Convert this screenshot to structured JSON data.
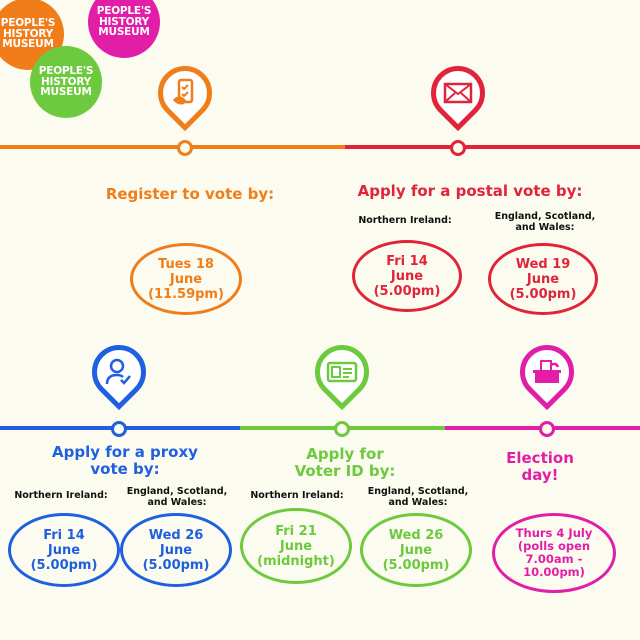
{
  "logos": [
    {
      "text": "PEOPLE'S\nHISTORY\nMUSEUM",
      "color": "#f07d1a"
    },
    {
      "text": "PEOPLE'S\nHISTORY\nMUSEUM",
      "color": "#e21ea8"
    },
    {
      "text": "PEOPLE'S\nHISTORY\nMUSEUM",
      "color": "#6dc93d"
    }
  ],
  "colors": {
    "orange": "#f07d1a",
    "red": "#e0243a",
    "blue": "#1f5fe0",
    "green": "#6dc93d",
    "pink": "#e21ea8"
  },
  "register": {
    "icon": "phone-checklist-icon",
    "heading": "Register to vote by:",
    "date": "Tues 18\nJune\n(11.59pm)"
  },
  "postal": {
    "icon": "envelope-icon",
    "heading": "Apply for a postal vote by:",
    "ni_label": "Northern Ireland:",
    "ni_date": "Fri 14\nJune\n(5.00pm)",
    "gb_label": "England, Scotland,\nand Wales:",
    "gb_date": "Wed 19\nJune\n(5.00pm)"
  },
  "proxy": {
    "icon": "person-check-icon",
    "heading": "Apply for a proxy\nvote by:",
    "ni_label": "Northern Ireland:",
    "ni_date": "Fri 14\nJune\n(5.00pm)",
    "gb_label": "England, Scotland,\nand Wales:",
    "gb_date": "Wed 26\nJune\n(5.00pm)"
  },
  "voterid": {
    "icon": "id-card-icon",
    "heading": "Apply for\nVoter ID by:",
    "ni_label": "Northern Ireland:",
    "ni_date": "Fri 21\nJune\n(midnight)",
    "gb_label": "England, Scotland,\nand Wales:",
    "gb_date": "Wed 26\nJune\n(5.00pm)"
  },
  "election": {
    "icon": "ballot-box-icon",
    "heading": "Election\nday!",
    "date": "Thurs 4 July\n(polls open\n7.00am -\n10.00pm)"
  }
}
